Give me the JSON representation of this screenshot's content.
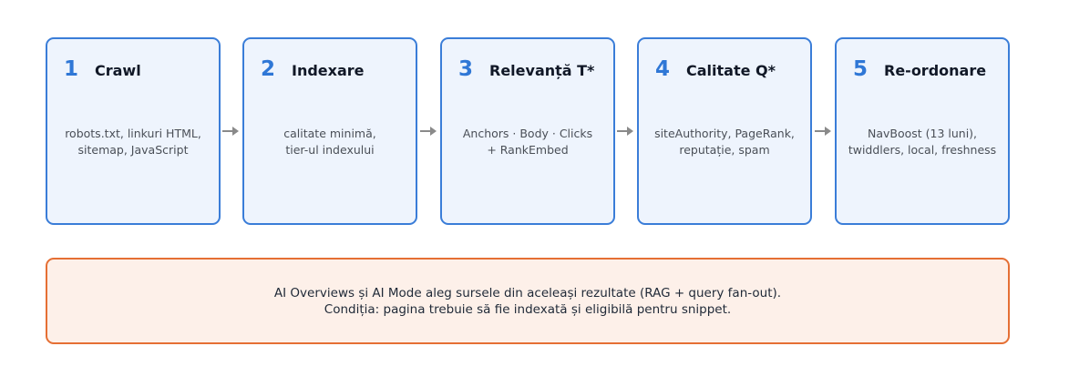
{
  "steps": [
    {
      "number": "1",
      "title": "Crawl",
      "desc": "robots.txt, linkuri HTML,\nsitemap, JavaScript"
    },
    {
      "number": "2",
      "title": "Indexare",
      "desc": "calitate minimă,\ntier-ul indexului"
    },
    {
      "number": "3",
      "title": "Relevanță T*",
      "desc": "Anchors · Body · Clicks\n+ RankEmbed"
    },
    {
      "number": "4",
      "title": "Calitate Q*",
      "desc": "siteAuthority, PageRank,\nreputație, spam"
    },
    {
      "number": "5",
      "title": "Re-ordonare",
      "desc": "NavBoost (13 luni),\ntwiddlers, local, freshness"
    }
  ],
  "note": {
    "line1": "AI Overviews și AI Mode aleg sursele din aceleași rezultate (RAG + query fan-out).",
    "line2": "Condiția: pagina trebuie să fie indexată și eligibilă pentru snippet."
  },
  "colors": {
    "step_border": "#3a7dd8",
    "step_fill": "#eef4fd",
    "step_number": "#2f77d6",
    "arrow": "#8a8a8a",
    "note_border": "#e56f34",
    "note_fill": "#fdf0e9"
  }
}
